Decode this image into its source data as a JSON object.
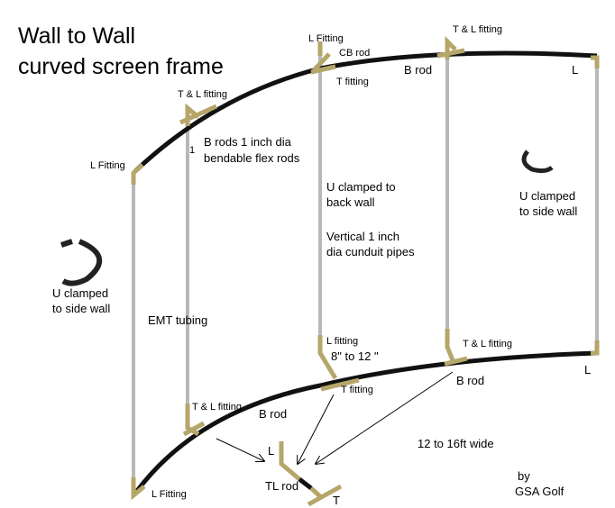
{
  "title": {
    "line1": "Wall to Wall",
    "line2": "curved screen frame"
  },
  "colors": {
    "rod": "#111111",
    "pipe": "#b8b8b8",
    "fitting": "#b5a66a",
    "clamp": "#222222"
  },
  "labels": {
    "l_fitting_top": "L Fitting",
    "cb_rod": "CB rod",
    "t_fitting_top": "T fitting",
    "t_l_fitting_top_right": "T & L fitting",
    "b_rod_top": "B rod",
    "l_top_right": "L",
    "t_l_fitting_top_left": "T & L fitting",
    "one": "1",
    "b_rods_desc_1": "B rods 1 inch dia",
    "b_rods_desc_2": "bendable flex rods",
    "l_fitting_left": "L Fitting",
    "u_back_1": "U clamped to",
    "u_back_2": "back wall",
    "vertical_1": "Vertical 1 inch",
    "vertical_2": "dia cunduit pipes",
    "u_side_right_1": "U clamped",
    "u_side_right_2": "to side wall",
    "u_side_left_1": "U clamped",
    "u_side_left_2": "to side wall",
    "emt": "EMT tubing",
    "l_fitting_mid": "L fitting",
    "gap": "8\" to 12 \"",
    "t_l_fitting_mid_right": "T & L fitting",
    "l_bottom_right": "L",
    "t_fitting_bottom": "T fitting",
    "b_rod_bottom_right": "B rod",
    "t_l_fitting_bottom_left": "T & L fitting",
    "b_rod_bottom": "B rod",
    "width": "12 to 16ft wide",
    "l_fitting_bottom": "L Fitting",
    "tl_l": "L",
    "tl_rod": "TL rod",
    "tl_t": "T",
    "credit_1": "by",
    "credit_2": "GSA Golf"
  }
}
